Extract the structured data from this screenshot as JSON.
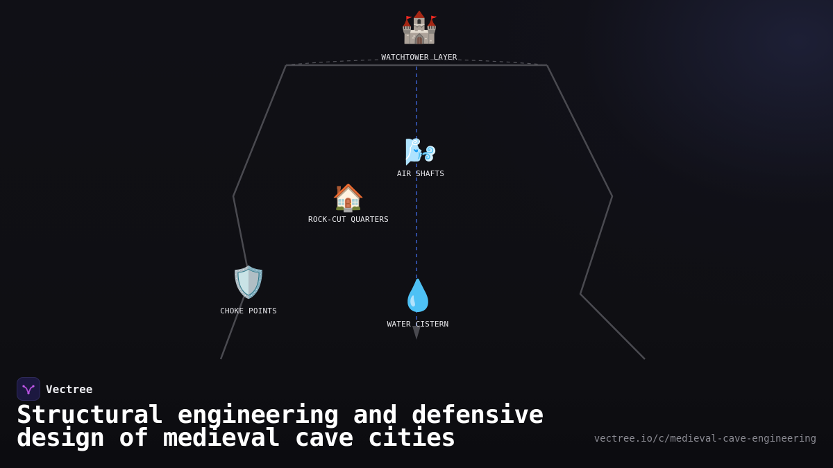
{
  "diagram": {
    "nodes": [
      {
        "id": "watchtower",
        "icon": "castle-icon",
        "glyph": "🏰",
        "label": "WATCHTOWER LAYER"
      },
      {
        "id": "air-shafts",
        "icon": "wind-icon",
        "glyph": "🌬️",
        "label": "AIR SHAFTS"
      },
      {
        "id": "quarters",
        "icon": "house-icon",
        "glyph": "🏠",
        "label": "ROCK-CUT QUARTERS"
      },
      {
        "id": "choke-points",
        "icon": "shield-icon",
        "glyph": "🛡️",
        "label": "CHOKE POINTS"
      },
      {
        "id": "cistern",
        "icon": "droplet-icon",
        "glyph": "💧",
        "label": "WATER CISTERN"
      }
    ],
    "colors": {
      "outline": "#4a4a50",
      "shaft": "#2f4a9a",
      "arc": "#55555c"
    }
  },
  "brand": {
    "name": "Vectree",
    "logo_icon": "vectree-logo-icon",
    "logo_color": "#b04ad8"
  },
  "title": "Structural engineering and defensive design of medieval cave cities",
  "url": "vectree.io/c/medieval-cave-engineering"
}
